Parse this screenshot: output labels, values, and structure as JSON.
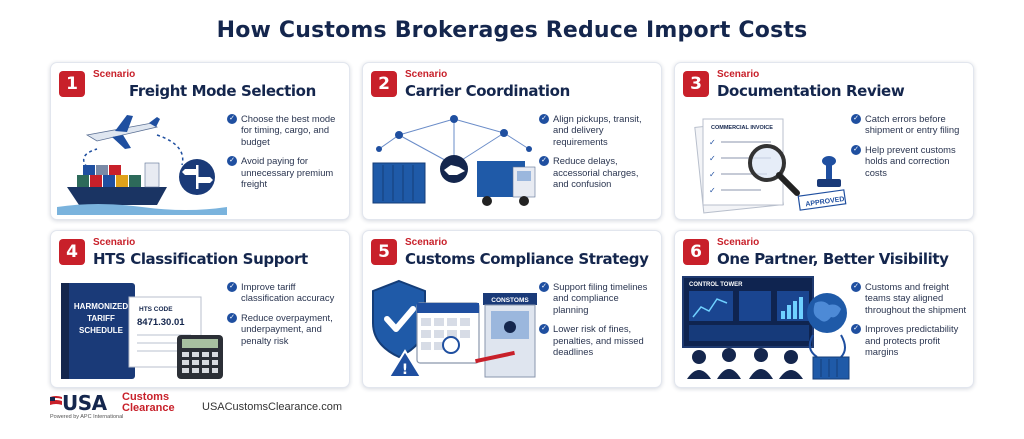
{
  "title": "How Customs Brokerages Reduce Import Costs",
  "colors": {
    "navy": "#14264d",
    "red": "#c8202a",
    "blue": "#1f4fa0"
  },
  "cards": [
    {
      "number": "1",
      "scenario": "Scenario",
      "title": "Freight Mode Selection",
      "bullets": [
        "Choose the best mode for timing, cargo, and budget",
        "Avoid paying for unnecessary premium freight"
      ]
    },
    {
      "number": "2",
      "scenario": "Scenario",
      "title": "Carrier Coordination",
      "bullets": [
        "Align pickups, transit, and delivery requirements",
        "Reduce delays, accessorial charges, and confusion"
      ]
    },
    {
      "number": "3",
      "scenario": "Scenario",
      "title": "Documentation Review",
      "doc_label": "COMMERCIAL INVOICE",
      "stamp_label": "APPROVED",
      "bullets": [
        "Catch errors before shipment or entry filing",
        "Help prevent customs holds and correction costs"
      ]
    },
    {
      "number": "4",
      "scenario": "Scenario",
      "title": "HTS Classification Support",
      "book_label": [
        "HARMONIZED",
        "TARIFF",
        "SCHEDULE"
      ],
      "hts_label": "HTS CODE",
      "hts_code": "8471.30.01",
      "bullets": [
        "Improve tariff classification accuracy",
        "Reduce overpayment, underpayment, and penalty risk"
      ]
    },
    {
      "number": "5",
      "scenario": "Scenario",
      "title": "Customs Compliance Strategy",
      "booth_label": "CONSTOMS",
      "bullets": [
        "Support filing timelines and compliance planning",
        "Lower risk of fines, penalties, and missed deadlines"
      ]
    },
    {
      "number": "6",
      "scenario": "Scenario",
      "title": "One Partner, Better Visibility",
      "screen_label": "CONTROL TOWER",
      "bullets": [
        "Customs and freight teams stay aligned throughout the shipment",
        "Improves predictability and protects profit margins"
      ]
    }
  ],
  "footer": {
    "logo_main": "USA",
    "logo_customs": "Customs",
    "logo_clearance": "Clearance",
    "powered": "Powered by APC International",
    "url": "USACustomsClearance.com"
  }
}
